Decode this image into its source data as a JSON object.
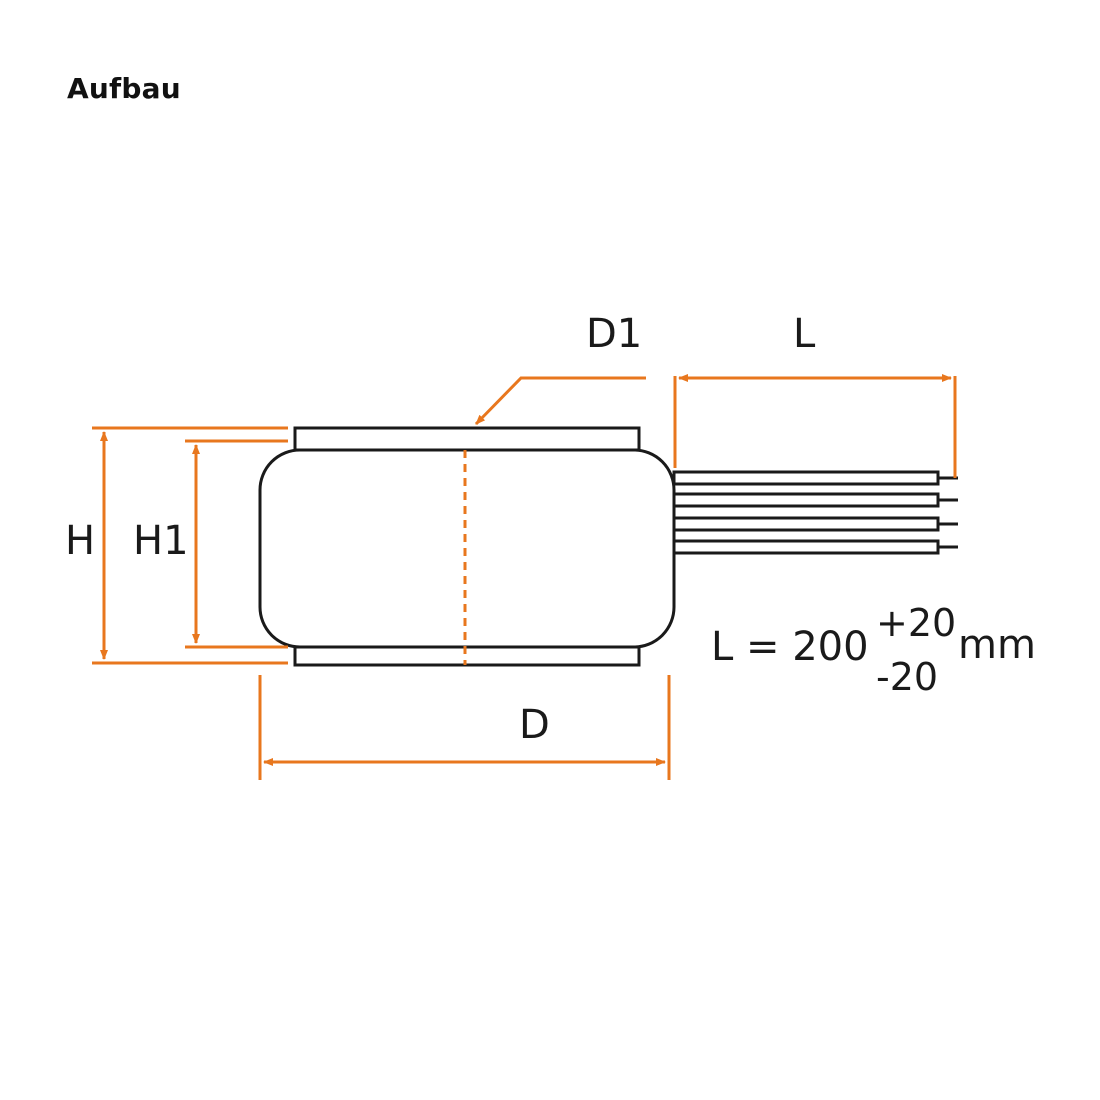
{
  "heading": "Aufbau",
  "labels": {
    "d1": "D1",
    "l": "L",
    "h": "H",
    "h1": "H1",
    "d": "D"
  },
  "lead_length": {
    "prefix": "L = 200",
    "tolerance_plus": "+20",
    "tolerance_minus": "-20",
    "unit": "mm"
  },
  "colors": {
    "dimension": "#e8771e",
    "outline": "#1a1a1a",
    "text": "#1a1a1a"
  }
}
